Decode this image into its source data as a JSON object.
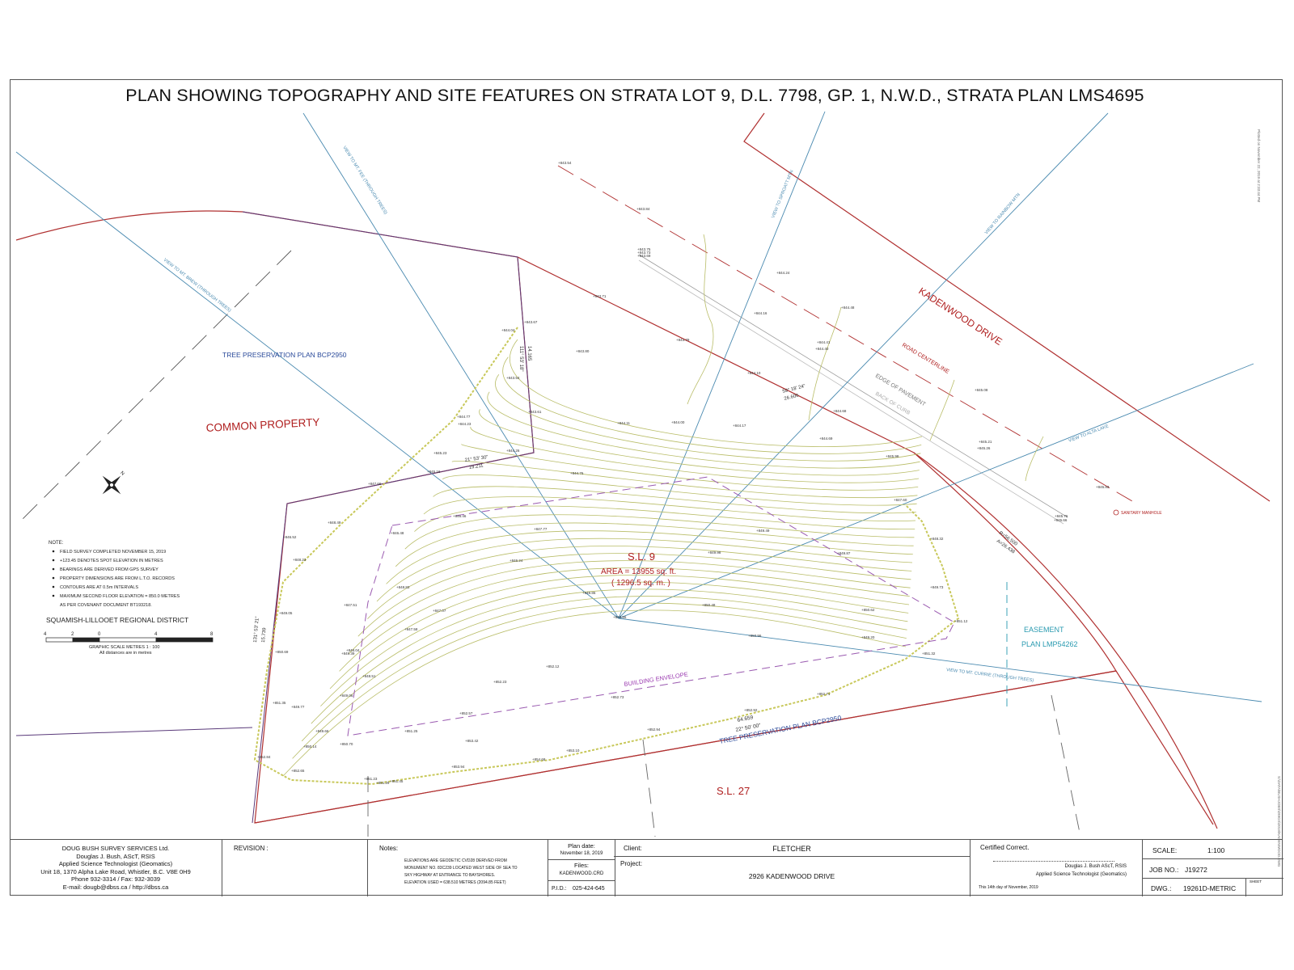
{
  "title": "PLAN SHOWING TOPOGRAPHY AND SITE FEATURES ON STRATA LOT 9, D.L. 7798, GP. 1,  N.W.D., STRATA PLAN LMS4695",
  "labels": {
    "common_property": "COMMON  PROPERTY",
    "tree_plan_top": "TREE PRESERVATION PLAN BCP2950",
    "tree_plan_bottom": "TREE PRESERVATION PLAN BCP2950",
    "kadenwood_drive": "KADENWOOD DRIVE",
    "road_centerline": "ROAD CENTERLINE",
    "edge_of_pavement": "EDGE OF PAVEMENT",
    "back_of_curb": "BACK OF CURB",
    "lot_name": "S.L. 9",
    "lot_area_ft": "AREA = 13955 sq. ft.",
    "lot_area_m": "( 1296.5 sq. m. )",
    "building_envelope": "BUIILDING ENVELOPE",
    "easement": "EASEMENT",
    "easement_plan": "PLAN LMP54262",
    "sl27": "S.L. 27",
    "sanitary_manhole": "SANITARY MANHOLE",
    "view_brew": "VIEW TO MT. BREW (THROUGH TREES)",
    "view_fee": "VIEW TO MT. FEE (THROUGH TREES)",
    "view_sproatt": "VIEW TO SPROATT MTN",
    "view_rainbow": "VIEW TO RAINBOW MTN",
    "view_alta": "VIEW TO ALTA LAKE",
    "view_currie": "VIEW TO MT. CURRIE (THROUGH TREES)",
    "regional_district": "SQUAMISH-LILLOOET REGIONAL DISTRICT"
  },
  "dimensions": {
    "d1_bearing": "111° 53' 18\"",
    "d1_dist": "14.165",
    "d2_bearing": "21° 53' 30\"",
    "d2_dist": "19.211",
    "d3_bearing": "59° 18' 24\"",
    "d3_dist": "26.606",
    "d4_bearing": "131° 53' 21\"",
    "d4_dist": "15.739",
    "d5_dist": "64.659",
    "d6_bearing": "22° 50' 00\"",
    "d7_r": "R=56.500",
    "d7_a": "A=26.438"
  },
  "notes": {
    "heading": "NOTE:",
    "items": [
      "FIELD SURVEY COMPLETED NOVEMBER 15, 2019",
      "+123.45 DENOTES SPOT ELEVATION IN METRES",
      "BEARINGS ARE DERIVED FROM GPS SURVEY",
      "PROPERTY DIMENSIONS ARE FROM L.T.O. RECORDS",
      "CONTOURS ARE AT 0.5m INTERVALS",
      "MAXIMUM SECOND FLOOR ELEVATION = 850.0 METRES",
      "AS PER COVENANT DOCUMENT BT193218."
    ]
  },
  "scale_bar": {
    "ticks": [
      "4",
      "2",
      "0",
      "4",
      "8"
    ],
    "caption": "GRAPHIC SCALE METRES  1 : 100",
    "caption2": "All distances are in metres"
  },
  "spot_elevations": [
    "843.54",
    "843.84",
    "843.75",
    "843.73",
    "843.69",
    "844.24",
    "843.71",
    "844.48",
    "844.16",
    "843.67",
    "843.79",
    "844.04",
    "843.80",
    "844.41",
    "844.40",
    "844.10",
    "845.08",
    "843.54",
    "843.61",
    "844.11",
    "844.00",
    "844.17",
    "844.68",
    "844.69",
    "844.77",
    "844.23",
    "845.23",
    "844.26",
    "845.16",
    "844.76",
    "845.21",
    "845.26",
    "845.98",
    "845.83",
    "845.76",
    "845.66",
    "847.66",
    "846.46",
    "846.48",
    "847.77",
    "846.24",
    "848.49",
    "847.60",
    "848.32",
    "846.52",
    "849.86",
    "849.49",
    "849.98",
    "849.87",
    "848.83",
    "847.51",
    "847.07",
    "849.73",
    "850.48",
    "850.62",
    "849.05",
    "847.58",
    "849.20",
    "850.96",
    "851.12",
    "848.23",
    "849.39",
    "848.04",
    "851.32",
    "850.69",
    "848.51",
    "852.12",
    "852.23",
    "849.06",
    "852.71",
    "852.73",
    "851.35",
    "849.77",
    "852.57",
    "852.92",
    "849.66",
    "851.25",
    "852.94",
    "850.14",
    "850.70",
    "853.42",
    "852.84",
    "853.94",
    "852.65",
    "853.10",
    "854.68",
    "851.23",
    "851.29",
    "851.45",
    "849.55"
  ],
  "title_block": {
    "firm": "DOUG BUSH SURVEY SERVICES Ltd.",
    "person": "Douglas J. Bush, AScT, RSIS",
    "role": "Applied Science Technologist (Geomatics)",
    "address": "Unit 18, 1370 Alpha Lake Road, Whistler, B.C. V8E 0H9",
    "phone": "Phone 932-3314 / Fax: 932-3039",
    "email": "E-mail: dougb@dbss.ca / http://dbss.ca",
    "revision_label": "REVISION :",
    "notes_label": "Notes:",
    "notes_text": "ELEVATIONS ARE GEODETIC CVD28 DERIVED FROM MONUMENT NO. 83C239 LOCATED WEST SIDE OF SEA TO SKY HIGHWAY AT ENTRANCE TO BAYSHORES. ELEVATION USED = 638.510 METRES  (2094.85 FEET)",
    "plan_date_label": "Plan date:",
    "plan_date": "November 18, 2019",
    "files_label": "Files:",
    "files": "KADENWOOD.CRD",
    "pid_label": "P.I.D.:",
    "pid": "025-424-645",
    "client_label": "Client:",
    "client": "FLETCHER",
    "project_label": "Project:",
    "project": "2926 KADENWOOD DRIVE",
    "certified": "Certified Correct.",
    "cert_name": "Douglas J. Bush  AScT, RSIS",
    "cert_role": "Applied Science Technologist (Geomatics)",
    "cert_date": "This 14th day of November, 2019",
    "scale_label": "SCALE:",
    "scale": "1:100",
    "job_label": "JOB NO.:",
    "job": "J19272",
    "dwg_label": "DWG.:",
    "dwg": "19261D-METRIC",
    "sheet_label": "SHEET"
  },
  "side_stamp_top": "Plotted on November 22, 2019 at 2:33:44 PM",
  "side_stamp_bottom": "S:\\DATA\\BUSHJOBS\\DWGS\\2019\\KADENWOOD.DWG",
  "colors": {
    "property_line": "#b03030",
    "strata_line": "#5a3a7a",
    "view_line": "#4a8ab0",
    "contour": "#b9bd68",
    "tree_line": "#c8c85a",
    "envelope": "#9a5ab0",
    "text_red": "#b02020",
    "text_blue": "#2a4a9a",
    "text_teal": "#2a9ab0"
  }
}
